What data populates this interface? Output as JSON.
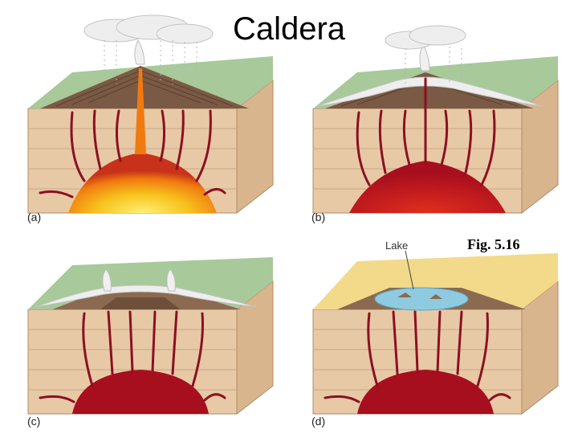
{
  "title": "Caldera",
  "figure_ref": "Fig. 5.16",
  "panels": [
    {
      "label": "(a)"
    },
    {
      "label": "(b)"
    },
    {
      "label": "(c)"
    },
    {
      "label": "(d)",
      "annotation": "Lake"
    }
  ],
  "colors": {
    "crust": "#e7c9a6",
    "crust_side": "#d9b58d",
    "strata": "#7a5a44",
    "grass": "#a8c99a",
    "dike": "#8c1020",
    "magma_hot": "#f7c21c",
    "magma_orange": "#f07a10",
    "magma_dark": "#a80f1e",
    "ash": "#e8e8e8",
    "lake": "#8fcbe0",
    "tuff": "#f3d98a"
  }
}
